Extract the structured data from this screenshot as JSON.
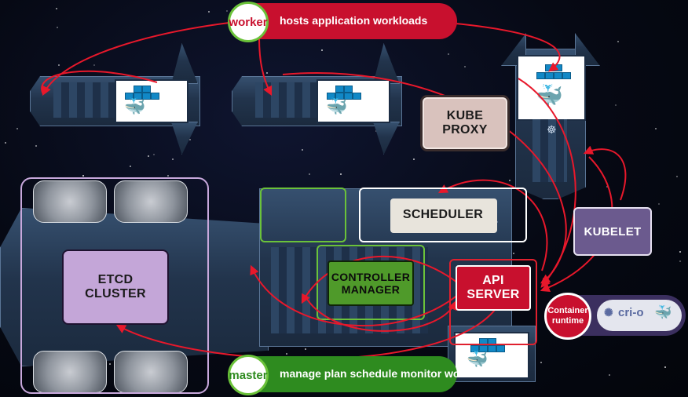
{
  "worker": {
    "badge": "worker",
    "description": "hosts application workloads"
  },
  "master": {
    "badge": "master",
    "description": "manage plan schedule monitor workers"
  },
  "components": {
    "kube_proxy": {
      "line1": "KUBE",
      "line2": "PROXY"
    },
    "scheduler": {
      "label": "SCHEDULER"
    },
    "kubelet": {
      "label": "KUBELET"
    },
    "etcd": {
      "line1": "ETCD",
      "line2": "CLUSTER"
    },
    "controller_manager": {
      "line1": "CONTROLLER",
      "line2": "MANAGER"
    },
    "api_server": {
      "line1": "API",
      "line2": "SERVER"
    },
    "container_runtime": {
      "line1": "Container",
      "line2": "runtime",
      "logo_text": "cri-o"
    }
  },
  "colors": {
    "arrow": "#e8182b",
    "worker_pill": "#c8102e",
    "master_pill": "#2e8b1f",
    "badge_fill": "#ffffff",
    "api_server_fill": "#c8102e",
    "controller_fill": "#4f9a2a",
    "etcd_fill": "#c4a6d8",
    "kubelet_fill": "#6b5a8e",
    "kube_proxy_fill": "#d9c2bd",
    "scheduler_fill": "#e8e4dc"
  },
  "icons": [
    "docker-whale-icon",
    "kubernetes-wheel-icon",
    "cri-o-logo-icon"
  ]
}
